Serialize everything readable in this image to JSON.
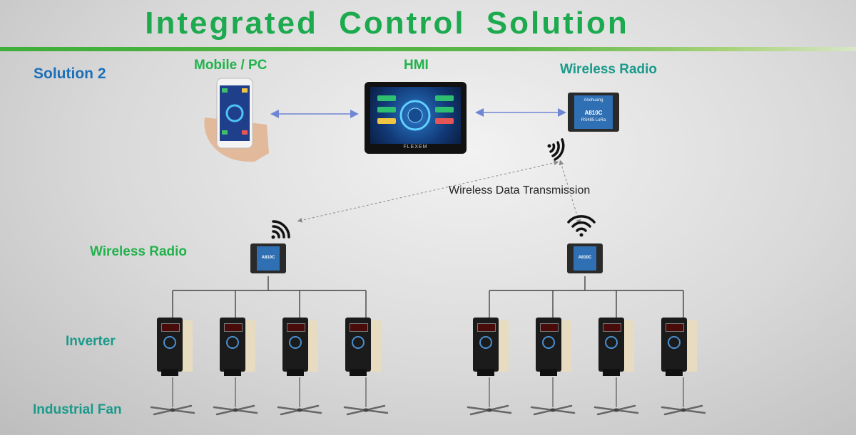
{
  "title": "Integrated Control Solution",
  "solution_label": "Solution 2",
  "labels": {
    "mobile_pc": "Mobile / PC",
    "hmi": "HMI",
    "wireless_radio_top": "Wireless Radio",
    "wireless_radio_left": "Wireless Radio",
    "inverter": "Inverter",
    "industrial_fan": "Industrial Fan",
    "wireless_data_transmission": "Wireless Data Transmission"
  },
  "devices": {
    "hmi_brand": "FLEXEM",
    "radio_model": "A810C",
    "radio_brand": "Anchuang",
    "radio_sub": "RS485 LoRa"
  },
  "colors": {
    "title": "#1daa4f",
    "label_green": "#22b24c",
    "label_teal": "#1a9a8a",
    "solution_blue": "#1b6fb8",
    "link_blue": "#6f86d4"
  },
  "icons": [
    "phone-icon",
    "hmi-icon",
    "radio-icon",
    "wifi-signal-icon",
    "inverter-icon",
    "fan-icon"
  ]
}
